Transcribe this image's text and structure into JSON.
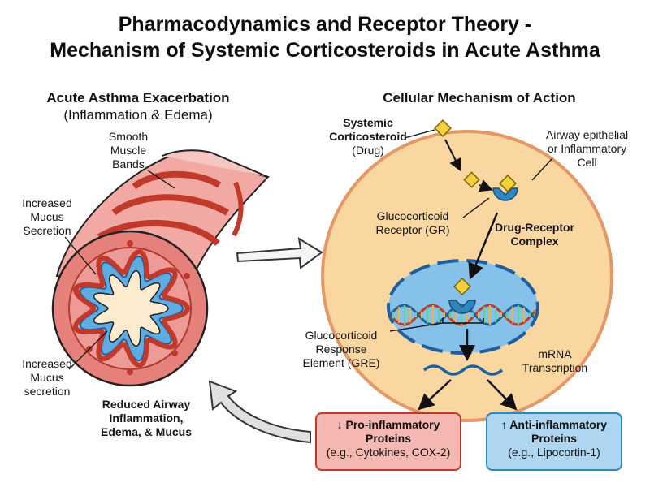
{
  "title": {
    "line1": "Pharmacodynamics and Receptor Theory -",
    "line2": "Mechanism of Systemic Corticosteroids in Acute Asthma"
  },
  "left_panel": {
    "heading": "Acute Asthma Exacerbation",
    "subheading": "(Inflammation & Edema)",
    "labels": {
      "smooth_muscle": [
        "Smooth",
        "Muscle",
        "Bands"
      ],
      "mucus_top": [
        "Increased",
        "Mucus",
        "Secretion"
      ],
      "mucus_bottom": [
        "Increased",
        "Mucus",
        "secretion"
      ],
      "reduced": [
        "Reduced Airway",
        "Inflammation,",
        "Edema, & Mucus"
      ]
    }
  },
  "right_panel": {
    "heading": "Cellular Mechanism of Action",
    "labels": {
      "drug": [
        "Systemic",
        "Corticosteroid",
        "(Drug)"
      ],
      "cell": [
        "Airway epithelial",
        "or Inflammatory",
        "Cell"
      ],
      "receptor": [
        "Glucocorticoid",
        "Receptor (GR)"
      ],
      "complex": [
        "Drug-Receptor",
        "Complex"
      ],
      "gre": [
        "Glucocorticoid",
        "Response",
        "Element (GRE)"
      ],
      "mrna": [
        "mRNA",
        "Transcription"
      ]
    }
  },
  "boxes": {
    "pro": {
      "title": "↓ Pro-inflammatory",
      "title2": "Proteins",
      "example": "(e.g., Cytokines, COX-2)"
    },
    "anti": {
      "title": "↑ Anti-inflammatory",
      "title2": "Proteins",
      "example": "(e.g., Lipocortin-1)"
    }
  },
  "colors": {
    "cell_fill": "#fad7a0",
    "cell_border": "#e59866",
    "nucleus_fill": "#85c1e9",
    "nucleus_border": "#1f5fa0",
    "drug": "#f4d03f",
    "receptor": "#2e86c1",
    "airway_outer": "#e6807a",
    "airway_muscle": "#d9534f",
    "airway_lumen": "#fdebd0",
    "airway_mucus": "#5dade2"
  }
}
